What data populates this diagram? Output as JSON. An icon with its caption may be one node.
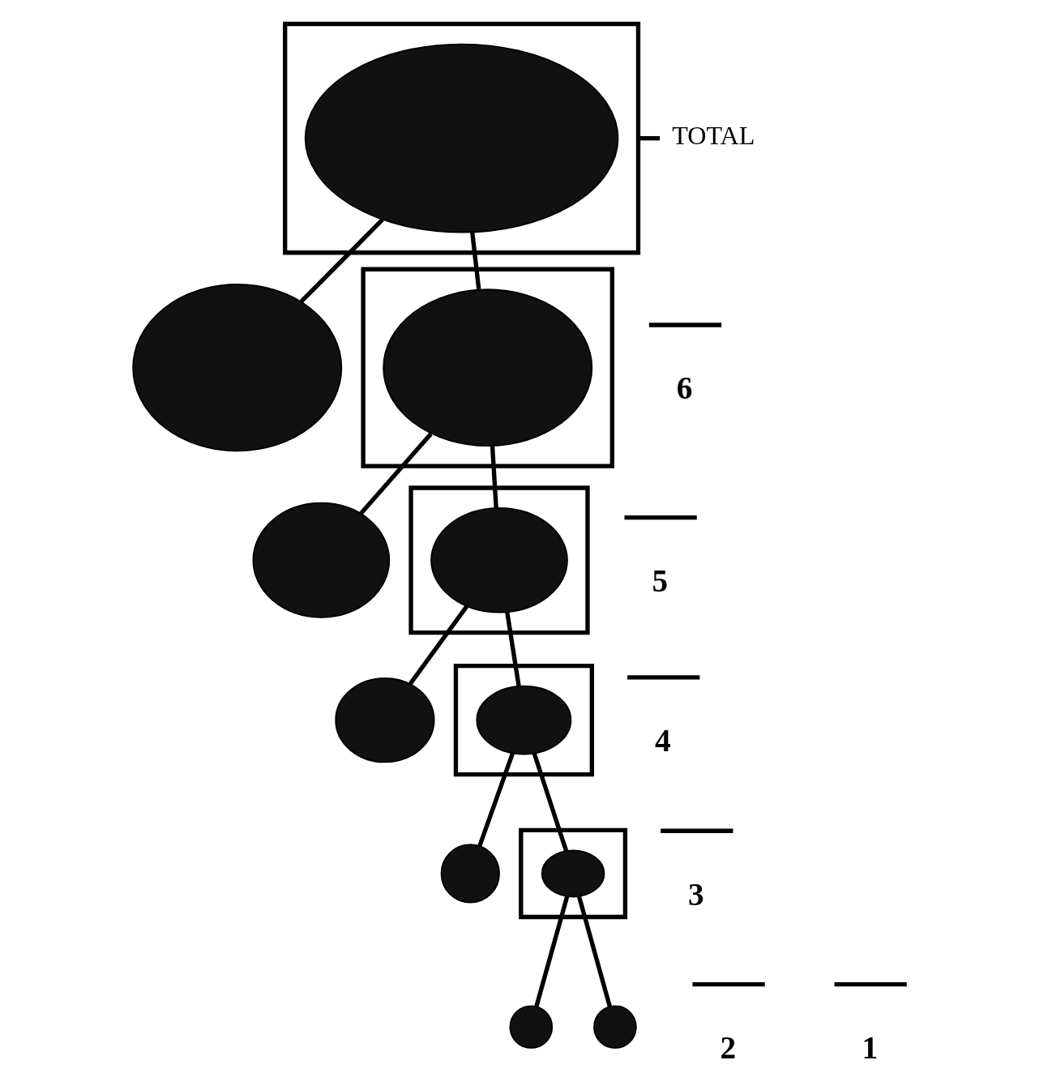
{
  "diagram": {
    "nodes": [
      {
        "text": [],
        "shape": "box"
      },
      {
        "text": [],
        "shape": "ellipse",
        "in": 0
      },
      {
        "text": [],
        "shape": "ellipse"
      },
      {
        "text": [],
        "shape": "box"
      },
      {
        "text": [],
        "shape": "ellipse",
        "in": 3
      },
      {
        "text": [],
        "shape": "ellipse"
      },
      {
        "text": [],
        "shape": "box"
      },
      {
        "text": [],
        "shape": "ellipse",
        "in": 6
      },
      {
        "text": [],
        "shape": "ellipse"
      },
      {
        "text": [],
        "shape": "box"
      },
      {
        "text": [],
        "shape": "ellipse",
        "in": 9
      },
      {
        "text": [],
        "shape": "circle"
      },
      {
        "text": [],
        "shape": "box"
      },
      {
        "text": [],
        "shape": "ellipse",
        "in": 12
      },
      {
        "text": [],
        "shape": "circle"
      },
      {
        "text": [],
        "shape": "circle"
      },
      {
        "text": [
          "TOTAL"
        ]
      }
    ],
    "edges": [
      {
        "from": 1,
        "to": 2,
        "arrow": "none"
      },
      {
        "from": 1,
        "to": 4,
        "arrow": "none"
      },
      {
        "from": 4,
        "to": 5,
        "arrow": "none"
      },
      {
        "from": 4,
        "to": 7,
        "arrow": "none"
      },
      {
        "from": 7,
        "to": 8,
        "arrow": "none"
      },
      {
        "from": 7,
        "to": 10,
        "arrow": "none"
      },
      {
        "from": 10,
        "to": 11,
        "arrow": "none"
      },
      {
        "from": 10,
        "to": 13,
        "arrow": "none"
      },
      {
        "from": 13,
        "to": 14,
        "arrow": "none"
      },
      {
        "from": 13,
        "to": 15,
        "arrow": "none"
      },
      {
        "from": 16,
        "to": 0,
        "arrow": "none"
      }
    ],
    "labels": [
      "6",
      "5",
      "4",
      "3",
      "2",
      "1"
    ]
  }
}
